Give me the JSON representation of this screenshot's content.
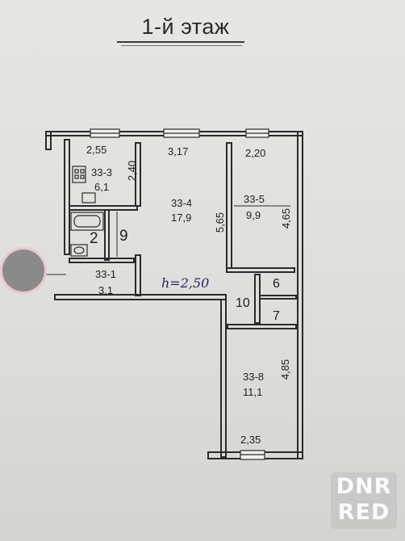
{
  "title": "1-й этаж",
  "ceiling_height": "h=2,50",
  "rooms": {
    "r333": {
      "code": "33-3",
      "area": "6,1"
    },
    "r334": {
      "code": "33-4",
      "area": "17,9"
    },
    "r335": {
      "code": "33-5",
      "area": "9,9"
    },
    "r331": {
      "code": "33-1",
      "area": "3,1"
    },
    "r338": {
      "code": "33-8",
      "area": "11,1"
    }
  },
  "numbers": {
    "n2": "2",
    "n9": "9",
    "n6": "6",
    "n10": "10",
    "n7": "7"
  },
  "dims": {
    "d255": "2,55",
    "d317": "3,17",
    "d220": "2,20",
    "d240": "2,40",
    "d565": "5,65",
    "d465": "4,65",
    "d485": "4,85",
    "d235": "2,35"
  },
  "watermark": {
    "line1": "DNR",
    "line2": "RED"
  },
  "colors": {
    "line": "#2b2b2b",
    "ink": "#1d2a66"
  }
}
